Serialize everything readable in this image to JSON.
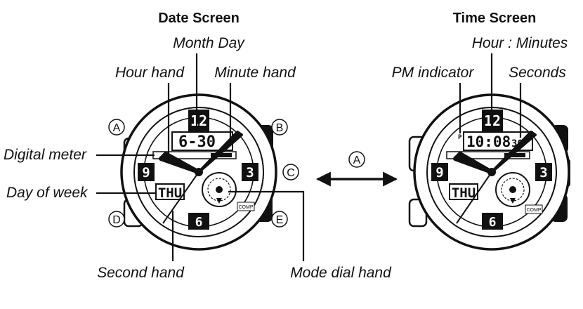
{
  "titles": {
    "date": "Date Screen",
    "time": "Time Screen"
  },
  "date_labels": {
    "month_day": "Month Day",
    "hour_hand": "Hour hand",
    "minute_hand": "Minute hand",
    "digital_meter": "Digital meter",
    "day_of_week": "Day of week",
    "second_hand": "Second hand",
    "mode_dial_hand": "Mode dial hand"
  },
  "time_labels": {
    "hour_minutes": "Hour : Minutes",
    "pm_indicator": "PM indicator",
    "seconds": "Seconds"
  },
  "buttons": {
    "a": "A",
    "b": "B",
    "c": "C",
    "d": "D",
    "e": "E"
  },
  "switch_button": "A",
  "date_watch": {
    "digital": "6-30",
    "day": "THU",
    "comp": "COMP",
    "twelve": "12",
    "six": "6"
  },
  "time_watch": {
    "digital": "10:08",
    "seconds": "30",
    "pm": "P",
    "day": "THU",
    "comp": "COMP",
    "twelve": "12",
    "six": "6"
  },
  "dial_marks": {
    "nine": "9",
    "three": "3"
  }
}
